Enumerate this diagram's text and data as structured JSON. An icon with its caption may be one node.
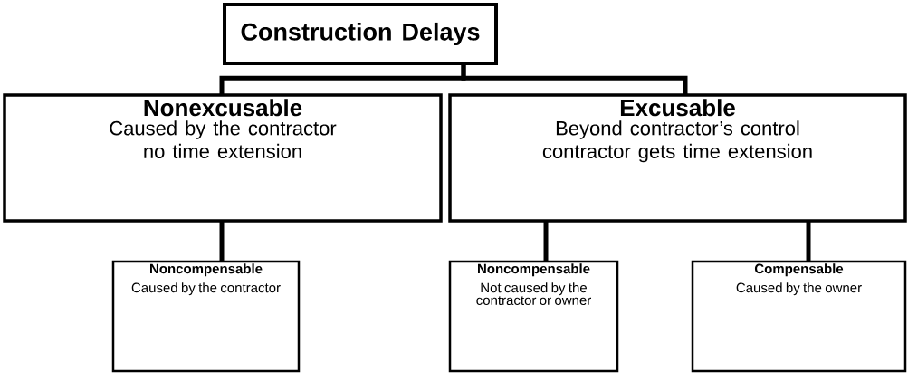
{
  "diagram": {
    "nodes": [
      {
        "text": [
          "Construction Delays"
        ]
      },
      {
        "text": [
          "Nonexcusable",
          "Caused by the contractor",
          "no time extension"
        ]
      },
      {
        "text": [
          "Excusable",
          "Beyond contractor’s control",
          "contractor gets time extension"
        ]
      },
      {
        "text": [
          "Noncompensable",
          "Caused by the contractor"
        ]
      },
      {
        "text": [
          "Noncompensable",
          "Not caused by the contractor or owner"
        ]
      },
      {
        "text": [
          "Compensable",
          "Caused by the owner"
        ]
      }
    ],
    "edges": [
      {
        "from": 0,
        "to": 1,
        "arrow": "none"
      },
      {
        "from": 0,
        "to": 2,
        "arrow": "none"
      },
      {
        "from": 1,
        "to": 3,
        "arrow": "none"
      },
      {
        "from": 2,
        "to": 4,
        "arrow": "none"
      },
      {
        "from": 2,
        "to": 5,
        "arrow": "none"
      }
    ]
  }
}
